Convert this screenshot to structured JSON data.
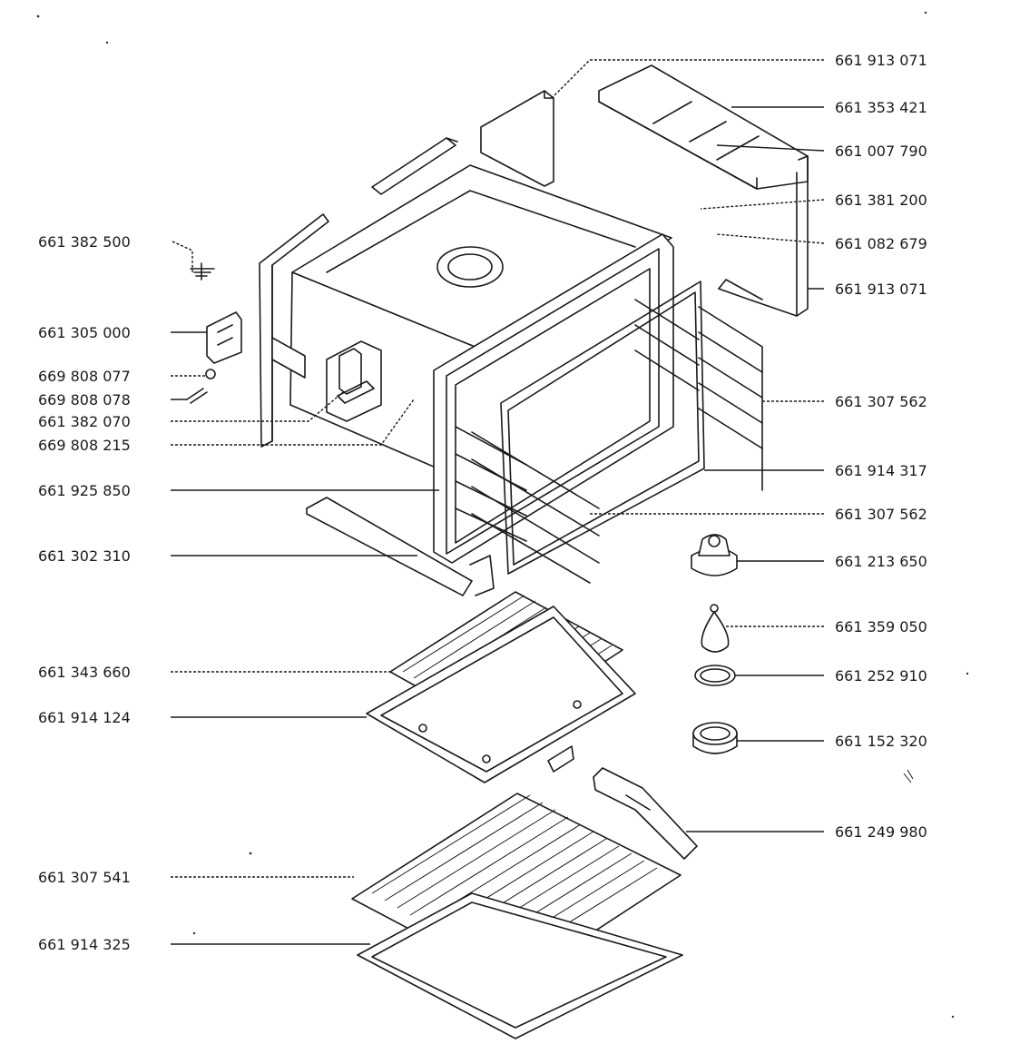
{
  "labels_left": [
    {
      "id": "l1",
      "text": "661 382 500"
    },
    {
      "id": "l2",
      "text": "661 305 000"
    },
    {
      "id": "l3",
      "text": "669 808 077"
    },
    {
      "id": "l4",
      "text": "669 808 078"
    },
    {
      "id": "l5",
      "text": "661 382 070"
    },
    {
      "id": "l6",
      "text": "669 808 215"
    },
    {
      "id": "l7",
      "text": "661 925 850"
    },
    {
      "id": "l8",
      "text": "661 302 310"
    },
    {
      "id": "l9",
      "text": "661 343 660"
    },
    {
      "id": "l10",
      "text": "661 914 124"
    },
    {
      "id": "l11",
      "text": "661 307 541"
    },
    {
      "id": "l12",
      "text": "661 914 325"
    }
  ],
  "labels_right": [
    {
      "id": "r1",
      "text": "661 913 071"
    },
    {
      "id": "r2",
      "text": "661 353 421"
    },
    {
      "id": "r3",
      "text": "661 007 790"
    },
    {
      "id": "r4",
      "text": "661 381 200"
    },
    {
      "id": "r5",
      "text": "661 082 679"
    },
    {
      "id": "r6",
      "text": "661 913 071"
    },
    {
      "id": "r7",
      "text": "661 307 562"
    },
    {
      "id": "r8",
      "text": "661 914 317"
    },
    {
      "id": "r9",
      "text": "661 307 562"
    },
    {
      "id": "r10",
      "text": "661 213 650"
    },
    {
      "id": "r11",
      "text": "661 359 050"
    },
    {
      "id": "r12",
      "text": "661 252 910"
    },
    {
      "id": "r13",
      "text": "661 152 320"
    },
    {
      "id": "r14",
      "text": "661 249 980"
    }
  ]
}
